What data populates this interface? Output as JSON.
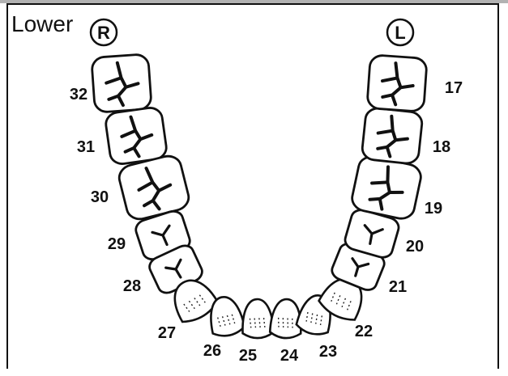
{
  "header": {
    "title": "Lower"
  },
  "sides": {
    "right": "R",
    "left": "L"
  },
  "teeth": [
    {
      "number": "32",
      "kind": "molar"
    },
    {
      "number": "31",
      "kind": "molar"
    },
    {
      "number": "30",
      "kind": "molar"
    },
    {
      "number": "29",
      "kind": "premolar"
    },
    {
      "number": "28",
      "kind": "premolar"
    },
    {
      "number": "27",
      "kind": "canine"
    },
    {
      "number": "26",
      "kind": "incisor"
    },
    {
      "number": "25",
      "kind": "incisor"
    },
    {
      "number": "24",
      "kind": "incisor"
    },
    {
      "number": "23",
      "kind": "incisor"
    },
    {
      "number": "22",
      "kind": "canine"
    },
    {
      "number": "21",
      "kind": "premolar"
    },
    {
      "number": "20",
      "kind": "premolar"
    },
    {
      "number": "19",
      "kind": "molar"
    },
    {
      "number": "18",
      "kind": "molar"
    },
    {
      "number": "17",
      "kind": "molar"
    }
  ]
}
